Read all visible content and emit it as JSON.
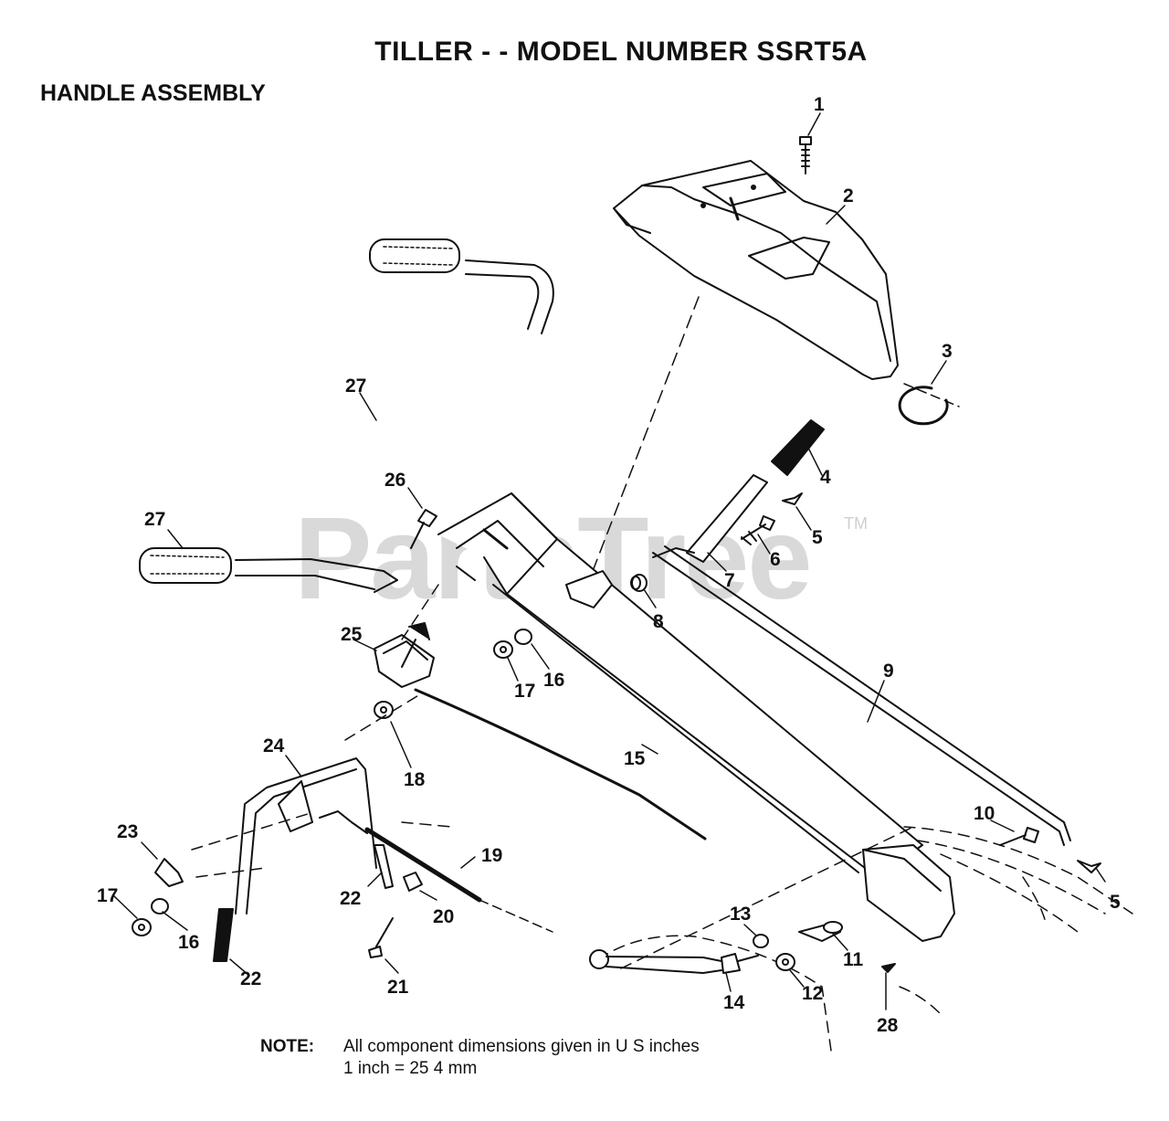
{
  "header": {
    "title": "TILLER - - MODEL NUMBER SSRT5A",
    "subtitle": "HANDLE ASSEMBLY"
  },
  "watermark": {
    "text": "PartsTree",
    "tm": "TM"
  },
  "callouts": [
    {
      "id": "c1",
      "label": "1"
    },
    {
      "id": "c2",
      "label": "2"
    },
    {
      "id": "c3",
      "label": "3"
    },
    {
      "id": "c4",
      "label": "4"
    },
    {
      "id": "c5a",
      "label": "5"
    },
    {
      "id": "c6",
      "label": "6"
    },
    {
      "id": "c7",
      "label": "7"
    },
    {
      "id": "c8",
      "label": "8"
    },
    {
      "id": "c9",
      "label": "9"
    },
    {
      "id": "c10",
      "label": "10"
    },
    {
      "id": "c5b",
      "label": "5"
    },
    {
      "id": "c11",
      "label": "11"
    },
    {
      "id": "c12",
      "label": "12"
    },
    {
      "id": "c13",
      "label": "13"
    },
    {
      "id": "c14",
      "label": "14"
    },
    {
      "id": "c15",
      "label": "15"
    },
    {
      "id": "c16a",
      "label": "16"
    },
    {
      "id": "c17a",
      "label": "17"
    },
    {
      "id": "c18",
      "label": "18"
    },
    {
      "id": "c19",
      "label": "19"
    },
    {
      "id": "c20",
      "label": "20"
    },
    {
      "id": "c21",
      "label": "21"
    },
    {
      "id": "c22a",
      "label": "22"
    },
    {
      "id": "c22b",
      "label": "22"
    },
    {
      "id": "c23",
      "label": "23"
    },
    {
      "id": "c24",
      "label": "24"
    },
    {
      "id": "c25",
      "label": "25"
    },
    {
      "id": "c26",
      "label": "26"
    },
    {
      "id": "c27a",
      "label": "27"
    },
    {
      "id": "c27b",
      "label": "27"
    },
    {
      "id": "c16b",
      "label": "16"
    },
    {
      "id": "c17b",
      "label": "17"
    },
    {
      "id": "c28",
      "label": "28"
    }
  ],
  "note": {
    "label": "NOTE:",
    "line1": "All component dimensions given in U S  inches",
    "line2": "1 inch = 25 4 mm"
  }
}
